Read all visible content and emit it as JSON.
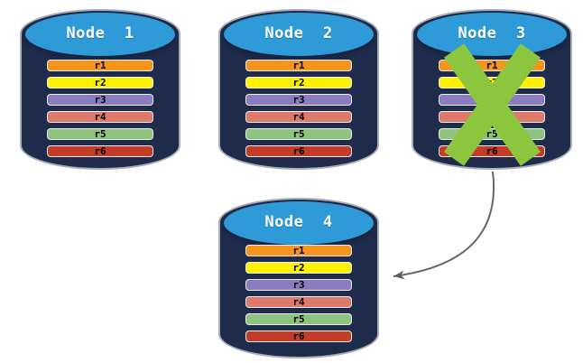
{
  "diagram": {
    "description": "Database replication across nodes; failed node replicated to new node",
    "nodes": [
      {
        "label": "Node  1",
        "status": "active",
        "rows": [
          {
            "label": "r1",
            "color": "#F7941E"
          },
          {
            "label": "r2",
            "color": "#FEF200"
          },
          {
            "label": "r3",
            "color": "#8B7CC1"
          },
          {
            "label": "r4",
            "color": "#DE796B"
          },
          {
            "label": "r5",
            "color": "#8FC47E"
          },
          {
            "label": "r6",
            "color": "#C43B27"
          }
        ]
      },
      {
        "label": "Node  2",
        "status": "active",
        "rows": [
          {
            "label": "r1",
            "color": "#F7941E"
          },
          {
            "label": "r2",
            "color": "#FEF200"
          },
          {
            "label": "r3",
            "color": "#8B7CC1"
          },
          {
            "label": "r4",
            "color": "#DE796B"
          },
          {
            "label": "r5",
            "color": "#8FC47E"
          },
          {
            "label": "r6",
            "color": "#C43B27"
          }
        ]
      },
      {
        "label": "Node  3",
        "status": "failed",
        "rows": [
          {
            "label": "r1",
            "color": "#F7941E"
          },
          {
            "label": "r2",
            "color": "#FEF200"
          },
          {
            "label": "r3",
            "color": "#8B7CC1"
          },
          {
            "label": "r4",
            "color": "#DE796B"
          },
          {
            "label": "r5",
            "color": "#8FC47E"
          },
          {
            "label": "r6",
            "color": "#C43B27"
          }
        ]
      },
      {
        "label": "Node  4",
        "status": "active",
        "rows": [
          {
            "label": "r1",
            "color": "#F7941E"
          },
          {
            "label": "r2",
            "color": "#FEF200"
          },
          {
            "label": "r3",
            "color": "#8B7CC1"
          },
          {
            "label": "r4",
            "color": "#DE796B"
          },
          {
            "label": "r5",
            "color": "#8FC47E"
          },
          {
            "label": "r6",
            "color": "#C43B27"
          }
        ]
      }
    ],
    "failure_mark": {
      "on_node": "Node 3",
      "symbol": "X",
      "color": "#8CC63F"
    },
    "arrow": {
      "from": "Node 3",
      "to": "Node 4",
      "color": "#666666"
    },
    "colors": {
      "cylinder_body": "#1F2B4B",
      "cylinder_top": "#2E9BD8",
      "cylinder_outline": "#A8AEB8"
    }
  }
}
